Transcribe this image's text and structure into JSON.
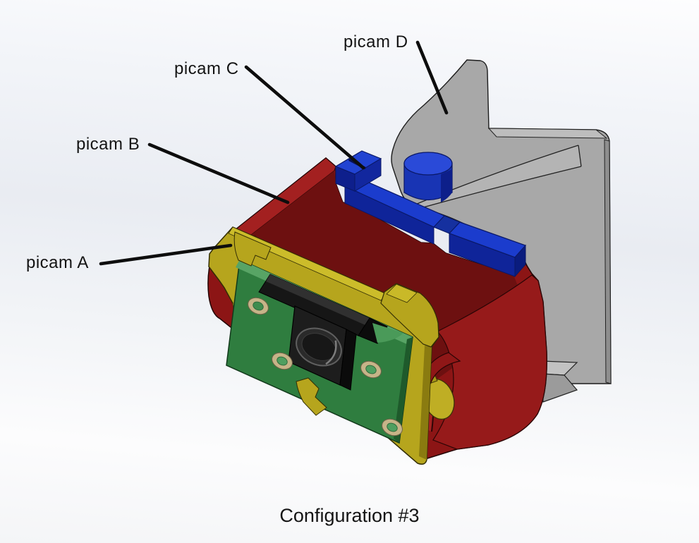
{
  "figure": {
    "caption": "Configuration #3",
    "labels": [
      {
        "id": "picam-a",
        "text": "picam A"
      },
      {
        "id": "picam-b",
        "text": "picam B"
      },
      {
        "id": "picam-c",
        "text": "picam C"
      },
      {
        "id": "picam-d",
        "text": "picam D"
      }
    ],
    "part_colors": {
      "picam_a_frame_yellow": "#b6a51d",
      "picam_b_housing_red": "#8c1515",
      "picam_c_clamp_blue": "#1b3ccd",
      "picam_d_bracket_gray": "#a8a8a8",
      "camera_pcb_green": "#2f7d3f"
    },
    "background_top": "#e9ecf2",
    "background_bottom": "#fdfdfe"
  }
}
